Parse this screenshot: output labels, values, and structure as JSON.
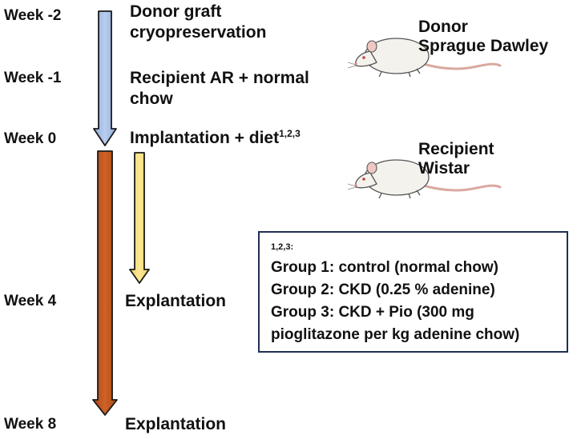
{
  "timeline": {
    "weeks": {
      "w_minus2": "Week -2",
      "w_minus1": "Week -1",
      "w0": "Week 0",
      "w4": "Week 4",
      "w8": "Week 8"
    },
    "steps": {
      "s1_line1": "Donor graft",
      "s1_line2": "cryopreservation",
      "s2_line1": "Recipient AR + normal",
      "s2_line2": "chow",
      "s3_text": "Implantation + diet",
      "s3_sup": "1,2,3",
      "s4": "Explantation",
      "s5": "Explantation"
    }
  },
  "animals": {
    "donor": {
      "line1": "Donor",
      "line2": "Sprague Dawley"
    },
    "recipient": {
      "line1": "Recipient",
      "line2": "Wistar"
    }
  },
  "legend": {
    "header": "1,2,3:",
    "groups": [
      "Group 1: control  (normal chow)",
      "Group 2: CKD (0.25 % adenine)",
      "Group 3: CKD + Pio (300 mg",
      "pioglitazone per kg adenine chow)"
    ]
  },
  "colors": {
    "arrow_pre": "#a9c1e6",
    "arrow_main": "#c0561f",
    "arrow_short": "#f5dc7a",
    "legend_border": "#1f2f55"
  }
}
